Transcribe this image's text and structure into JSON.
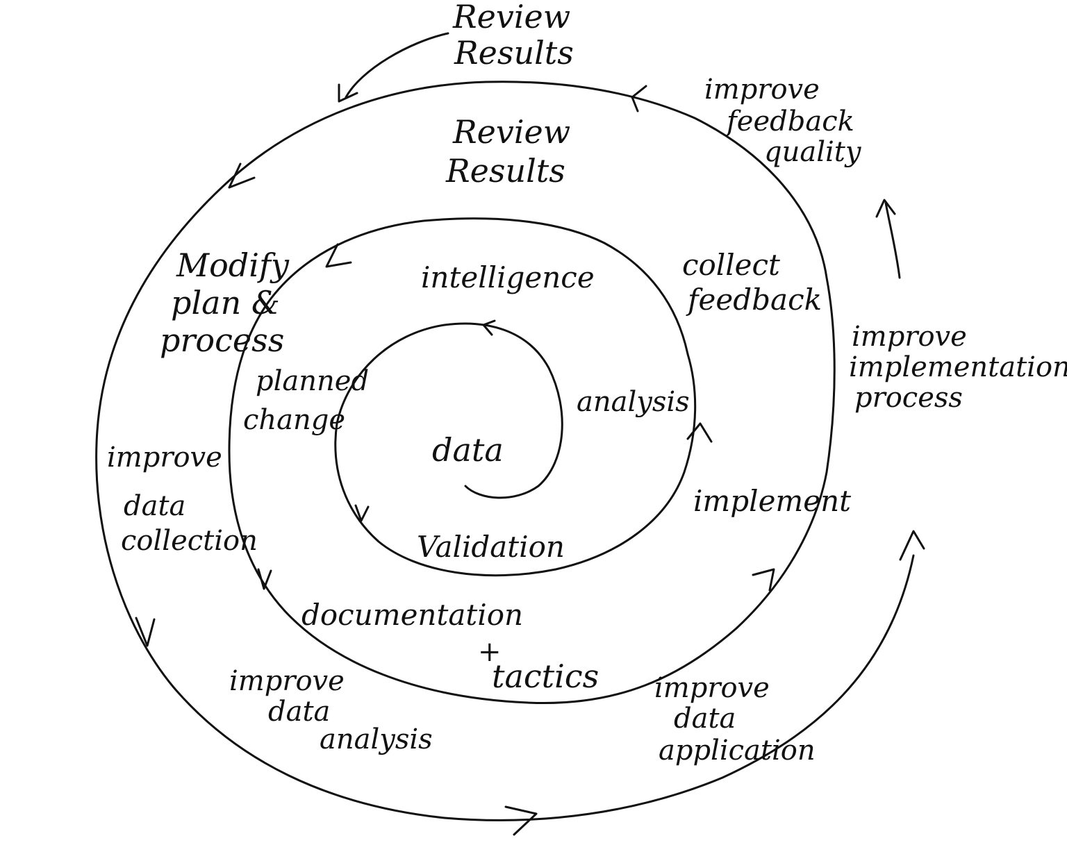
{
  "diagram": {
    "style": "hand-drawn spiral sketch on white paper",
    "ink_color": "#111111",
    "background_color": "#ffffff",
    "center": "data",
    "inner_ring": [
      "intelligence",
      "analysis",
      "validation",
      "planned change"
    ],
    "middle_ring": [
      "Review Results",
      "collect feedback",
      "implement",
      "+ tactics",
      "documentation",
      "Modify plan & process"
    ],
    "outer_ring": [
      "Review Results",
      "improve feedback quality",
      "improve implementation process",
      "improve data application",
      "improve data analysis",
      "improve data collection"
    ],
    "labels": {
      "data": "data",
      "intelligence": "intelligence",
      "analysis": "analysis",
      "validation": "Validation",
      "planned_change_1": "planned",
      "planned_change_2": "change",
      "review_results_inner_1": "Review",
      "review_results_inner_2": "Results",
      "collect_feedback_1": "collect",
      "collect_feedback_2": "feedback",
      "implement": "implement",
      "tactics_plus": "+",
      "tactics": "tactics",
      "documentation": "documentation",
      "modify_1": "Modify",
      "modify_2": "plan &",
      "modify_3": "process",
      "review_results_outer_1": "Review",
      "review_results_outer_2": "Results",
      "improve_feedback_1": "improve",
      "improve_feedback_2": "feedback",
      "improve_feedback_3": "quality",
      "improve_impl_1": "improve",
      "improve_impl_2": "implementation",
      "improve_impl_3": "process",
      "improve_application_1": "improve",
      "improve_application_2": "data",
      "improve_application_3": "application",
      "improve_analysis_1": "improve",
      "improve_analysis_2": "data",
      "improve_analysis_3": "analysis",
      "improve_collection_1": "improve",
      "improve_collection_2": "data",
      "improve_collection_3": "collection"
    }
  }
}
